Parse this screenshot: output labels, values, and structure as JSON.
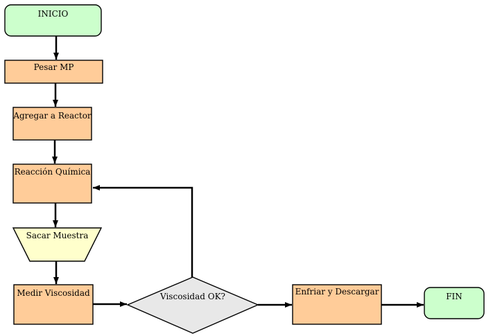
{
  "diagram": {
    "type": "flowchart",
    "background": "#ffffff",
    "colors": {
      "terminator_fill": "#ccffcc",
      "process_fill": "#ffcc99",
      "manual_operation_fill": "#ffffcc",
      "decision_fill": "#e8e8e8",
      "shape_border": "#000000",
      "connector": "#000000"
    },
    "nodes": [
      {
        "id": "inicio",
        "type": "terminator",
        "label": "INICIO",
        "fill": "#ccffcc"
      },
      {
        "id": "pesar-mp",
        "type": "process",
        "label": "Pesar MP",
        "fill": "#ffcc99"
      },
      {
        "id": "agregar-reactor",
        "type": "process",
        "label": "Agregar a Reactor",
        "fill": "#ffcc99"
      },
      {
        "id": "reaccion-quimica",
        "type": "process",
        "label": "Reacción Química",
        "fill": "#ffcc99"
      },
      {
        "id": "sacar-muestra",
        "type": "manual-operation",
        "label": "Sacar Muestra",
        "fill": "#ffffcc"
      },
      {
        "id": "medir-viscosidad",
        "type": "process",
        "label": "Medir Viscosidad",
        "fill": "#ffcc99"
      },
      {
        "id": "viscosidad-ok",
        "type": "decision",
        "label": "Viscosidad OK?",
        "fill": "#e8e8e8"
      },
      {
        "id": "enfriar-descargar",
        "type": "process",
        "label": "Enfriar y Descargar",
        "fill": "#ffcc99"
      },
      {
        "id": "fin",
        "type": "terminator",
        "label": "FIN",
        "fill": "#ccffcc"
      }
    ],
    "edges": [
      {
        "from": "inicio",
        "to": "pesar-mp",
        "label": ""
      },
      {
        "from": "pesar-mp",
        "to": "agregar-reactor",
        "label": ""
      },
      {
        "from": "agregar-reactor",
        "to": "reaccion-quimica",
        "label": ""
      },
      {
        "from": "reaccion-quimica",
        "to": "sacar-muestra",
        "label": ""
      },
      {
        "from": "sacar-muestra",
        "to": "medir-viscosidad",
        "label": ""
      },
      {
        "from": "medir-viscosidad",
        "to": "viscosidad-ok",
        "label": ""
      },
      {
        "from": "viscosidad-ok",
        "to": "enfriar-descargar",
        "label": ""
      },
      {
        "from": "viscosidad-ok",
        "to": "reaccion-quimica",
        "label": "",
        "note": "feedback-loop"
      },
      {
        "from": "enfriar-descargar",
        "to": "fin",
        "label": ""
      }
    ]
  }
}
